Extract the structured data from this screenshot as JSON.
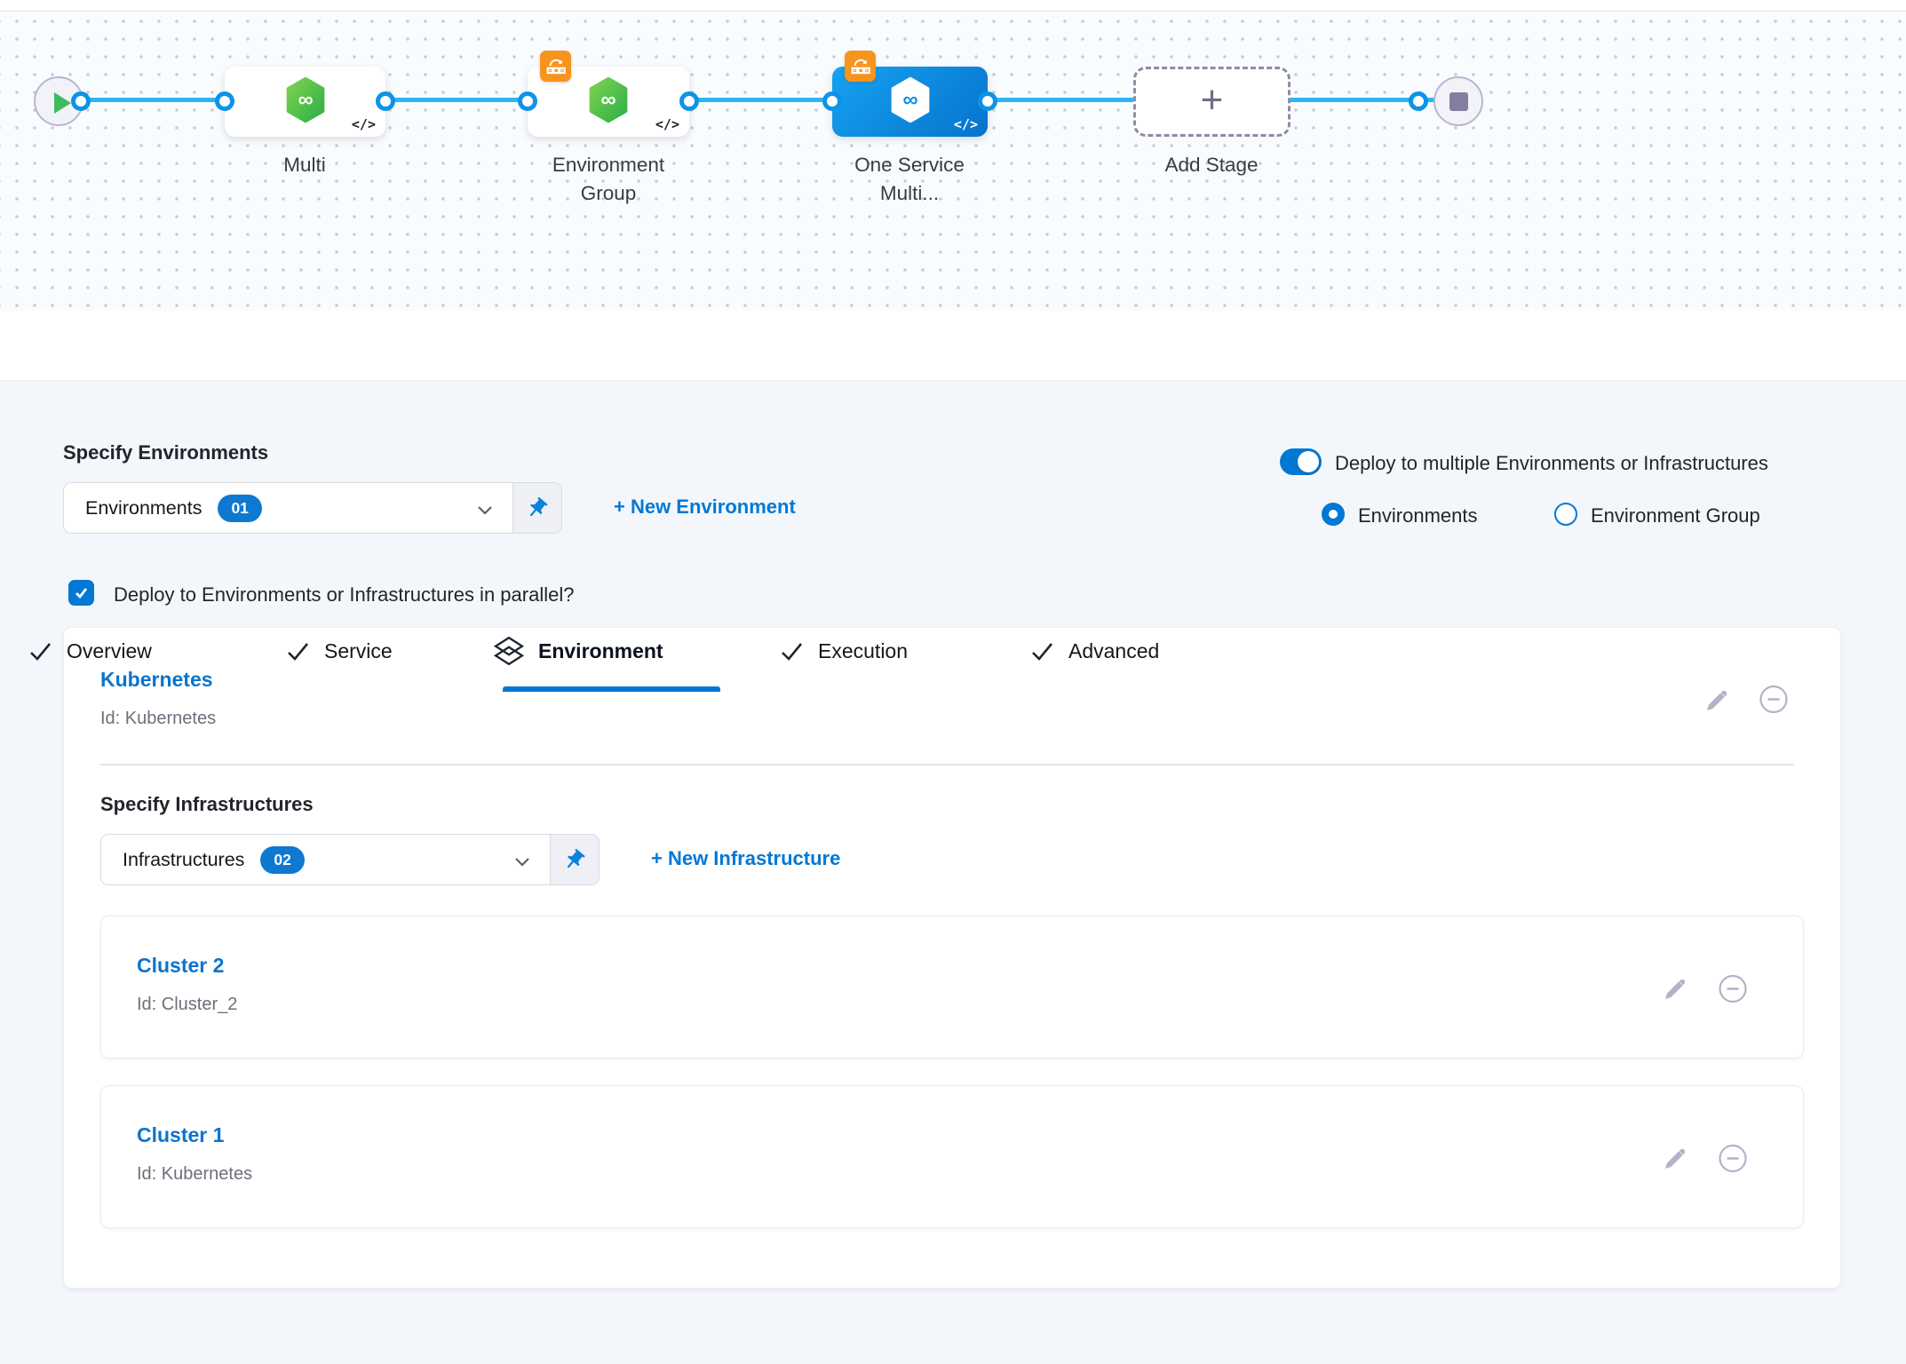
{
  "colors": {
    "accent_blue": "#0278d5",
    "selected_node_blue": "#0b8fe5",
    "harness_green": "#42b854",
    "badge_orange": "#f7941e",
    "flow_line_blue": "#2cb5f3",
    "title_link_blue": "#0b74cf",
    "canvas_bg": "#f9fcfe",
    "content_bg": "#f3f7fb"
  },
  "icons": {
    "plus": "+",
    "code": "</>",
    "infinity": "∞"
  },
  "pipeline": {
    "nodes": {
      "multi": {
        "label": "Multi"
      },
      "env_group": {
        "label": "Environment Group"
      },
      "one_service": {
        "label": "One Service Multi...",
        "selected": true
      },
      "add_stage": {
        "label": "Add Stage"
      }
    }
  },
  "tabs": {
    "overview": {
      "label": "Overview"
    },
    "service": {
      "label": "Service"
    },
    "environment": {
      "label": "Environment",
      "active": true
    },
    "execution": {
      "label": "Execution"
    },
    "advanced": {
      "label": "Advanced"
    }
  },
  "env_section": {
    "heading": "Specify Environments",
    "dropdown": {
      "value": "Environments",
      "count": "01"
    },
    "new_environment_link": "+ New Environment",
    "toggle_label": "Deploy to multiple Environments or Infrastructures",
    "radio_environments": "Environments",
    "radio_environment_group": "Environment Group",
    "parallel_checkbox_label": "Deploy to Environments or Infrastructures in parallel?"
  },
  "environment_card": {
    "title": "Kubernetes",
    "id": "Id: Kubernetes",
    "infra_heading": "Specify Infrastructures",
    "infra_dropdown": {
      "value": "Infrastructures",
      "count": "02"
    },
    "new_infrastructure_link": "+ New Infrastructure",
    "infrastructures": [
      {
        "title": "Cluster 2",
        "id": "Id: Cluster_2"
      },
      {
        "title": "Cluster 1",
        "id": "Id: Kubernetes"
      }
    ]
  }
}
